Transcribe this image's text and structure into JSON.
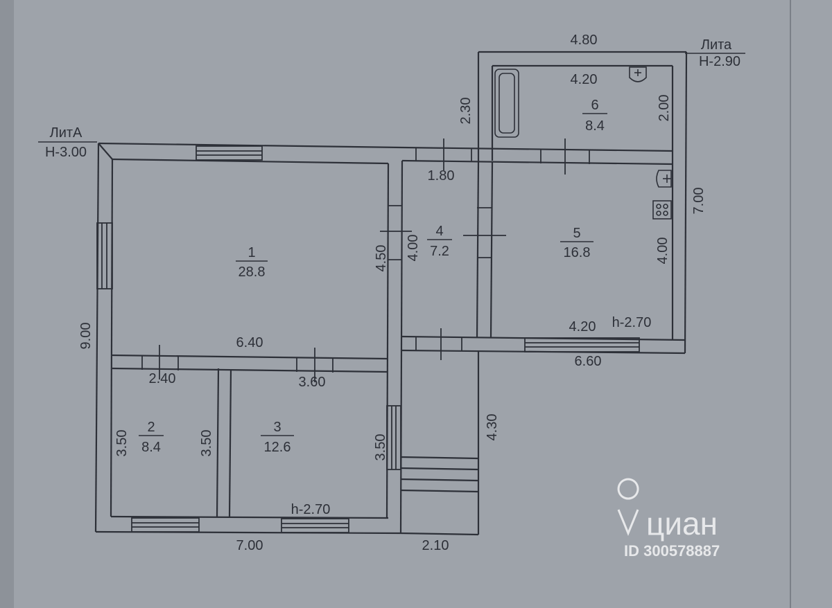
{
  "plan": {
    "lit_a": {
      "name": "ЛитА",
      "height": "Н-3.00"
    },
    "lit_a1": {
      "name": "Лита",
      "height": "Н-2.90"
    },
    "rooms": [
      {
        "id": "1",
        "num": "1",
        "area": "28.8"
      },
      {
        "id": "2",
        "num": "2",
        "area": "8.4"
      },
      {
        "id": "3",
        "num": "3",
        "area": "12.6"
      },
      {
        "id": "4",
        "num": "4",
        "area": "7.2"
      },
      {
        "id": "5",
        "num": "5",
        "area": "16.8"
      },
      {
        "id": "6",
        "num": "6",
        "area": "8.4"
      }
    ],
    "dimensions": {
      "top_annex_width": "4.80",
      "annex_inner_width": "4.20",
      "annex_height_left": "2.30",
      "annex_height_right": "2.00",
      "corridor_width": "1.80",
      "right_height_total": "7.00",
      "room4_height": "4.00",
      "room5_height": "4.00",
      "room1_height": "4.50",
      "room5_width": "4.20",
      "ceiling_annex": "h-2.70",
      "right_bottom_width": "6.60",
      "left_height_total": "9.00",
      "room1_width": "6.40",
      "room2_width": "2.40",
      "room3_width": "3.60",
      "room2_height": "3.50",
      "room2_height_b": "3.50",
      "room3_height": "3.50",
      "ceiling_main": "h-2.70",
      "porch_height": "4.30",
      "bottom_width": "7.00",
      "porch_width": "2.10"
    }
  },
  "watermark": {
    "brand": "циан",
    "id_text": "ID 300578887"
  },
  "colors": {
    "paper": "#9fa5ac",
    "line": "#2d3038",
    "watermark": "#ffffff"
  }
}
